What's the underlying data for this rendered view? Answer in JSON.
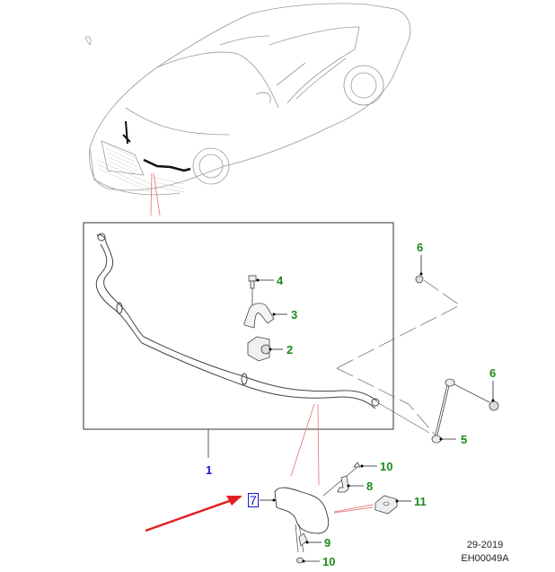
{
  "diagram": {
    "title": "Front Stabilizer Bar Assembly",
    "callouts": {
      "c1": "1",
      "c2": "2",
      "c3": "3",
      "c4": "4",
      "c5": "5",
      "c6a": "6",
      "c6b": "6",
      "c7": "7",
      "c8": "8",
      "c9": "9",
      "c10a": "10",
      "c10b": "10",
      "c11": "11"
    },
    "footer": {
      "date_code": "29-2019",
      "illustration_id": "EH00049A"
    },
    "colors": {
      "callout_green": "#1a8a1a",
      "callout_blue": "#1515d0",
      "highlight_red": "#e02020",
      "leader_pink": "#e88080",
      "line_art": "#555555"
    }
  }
}
